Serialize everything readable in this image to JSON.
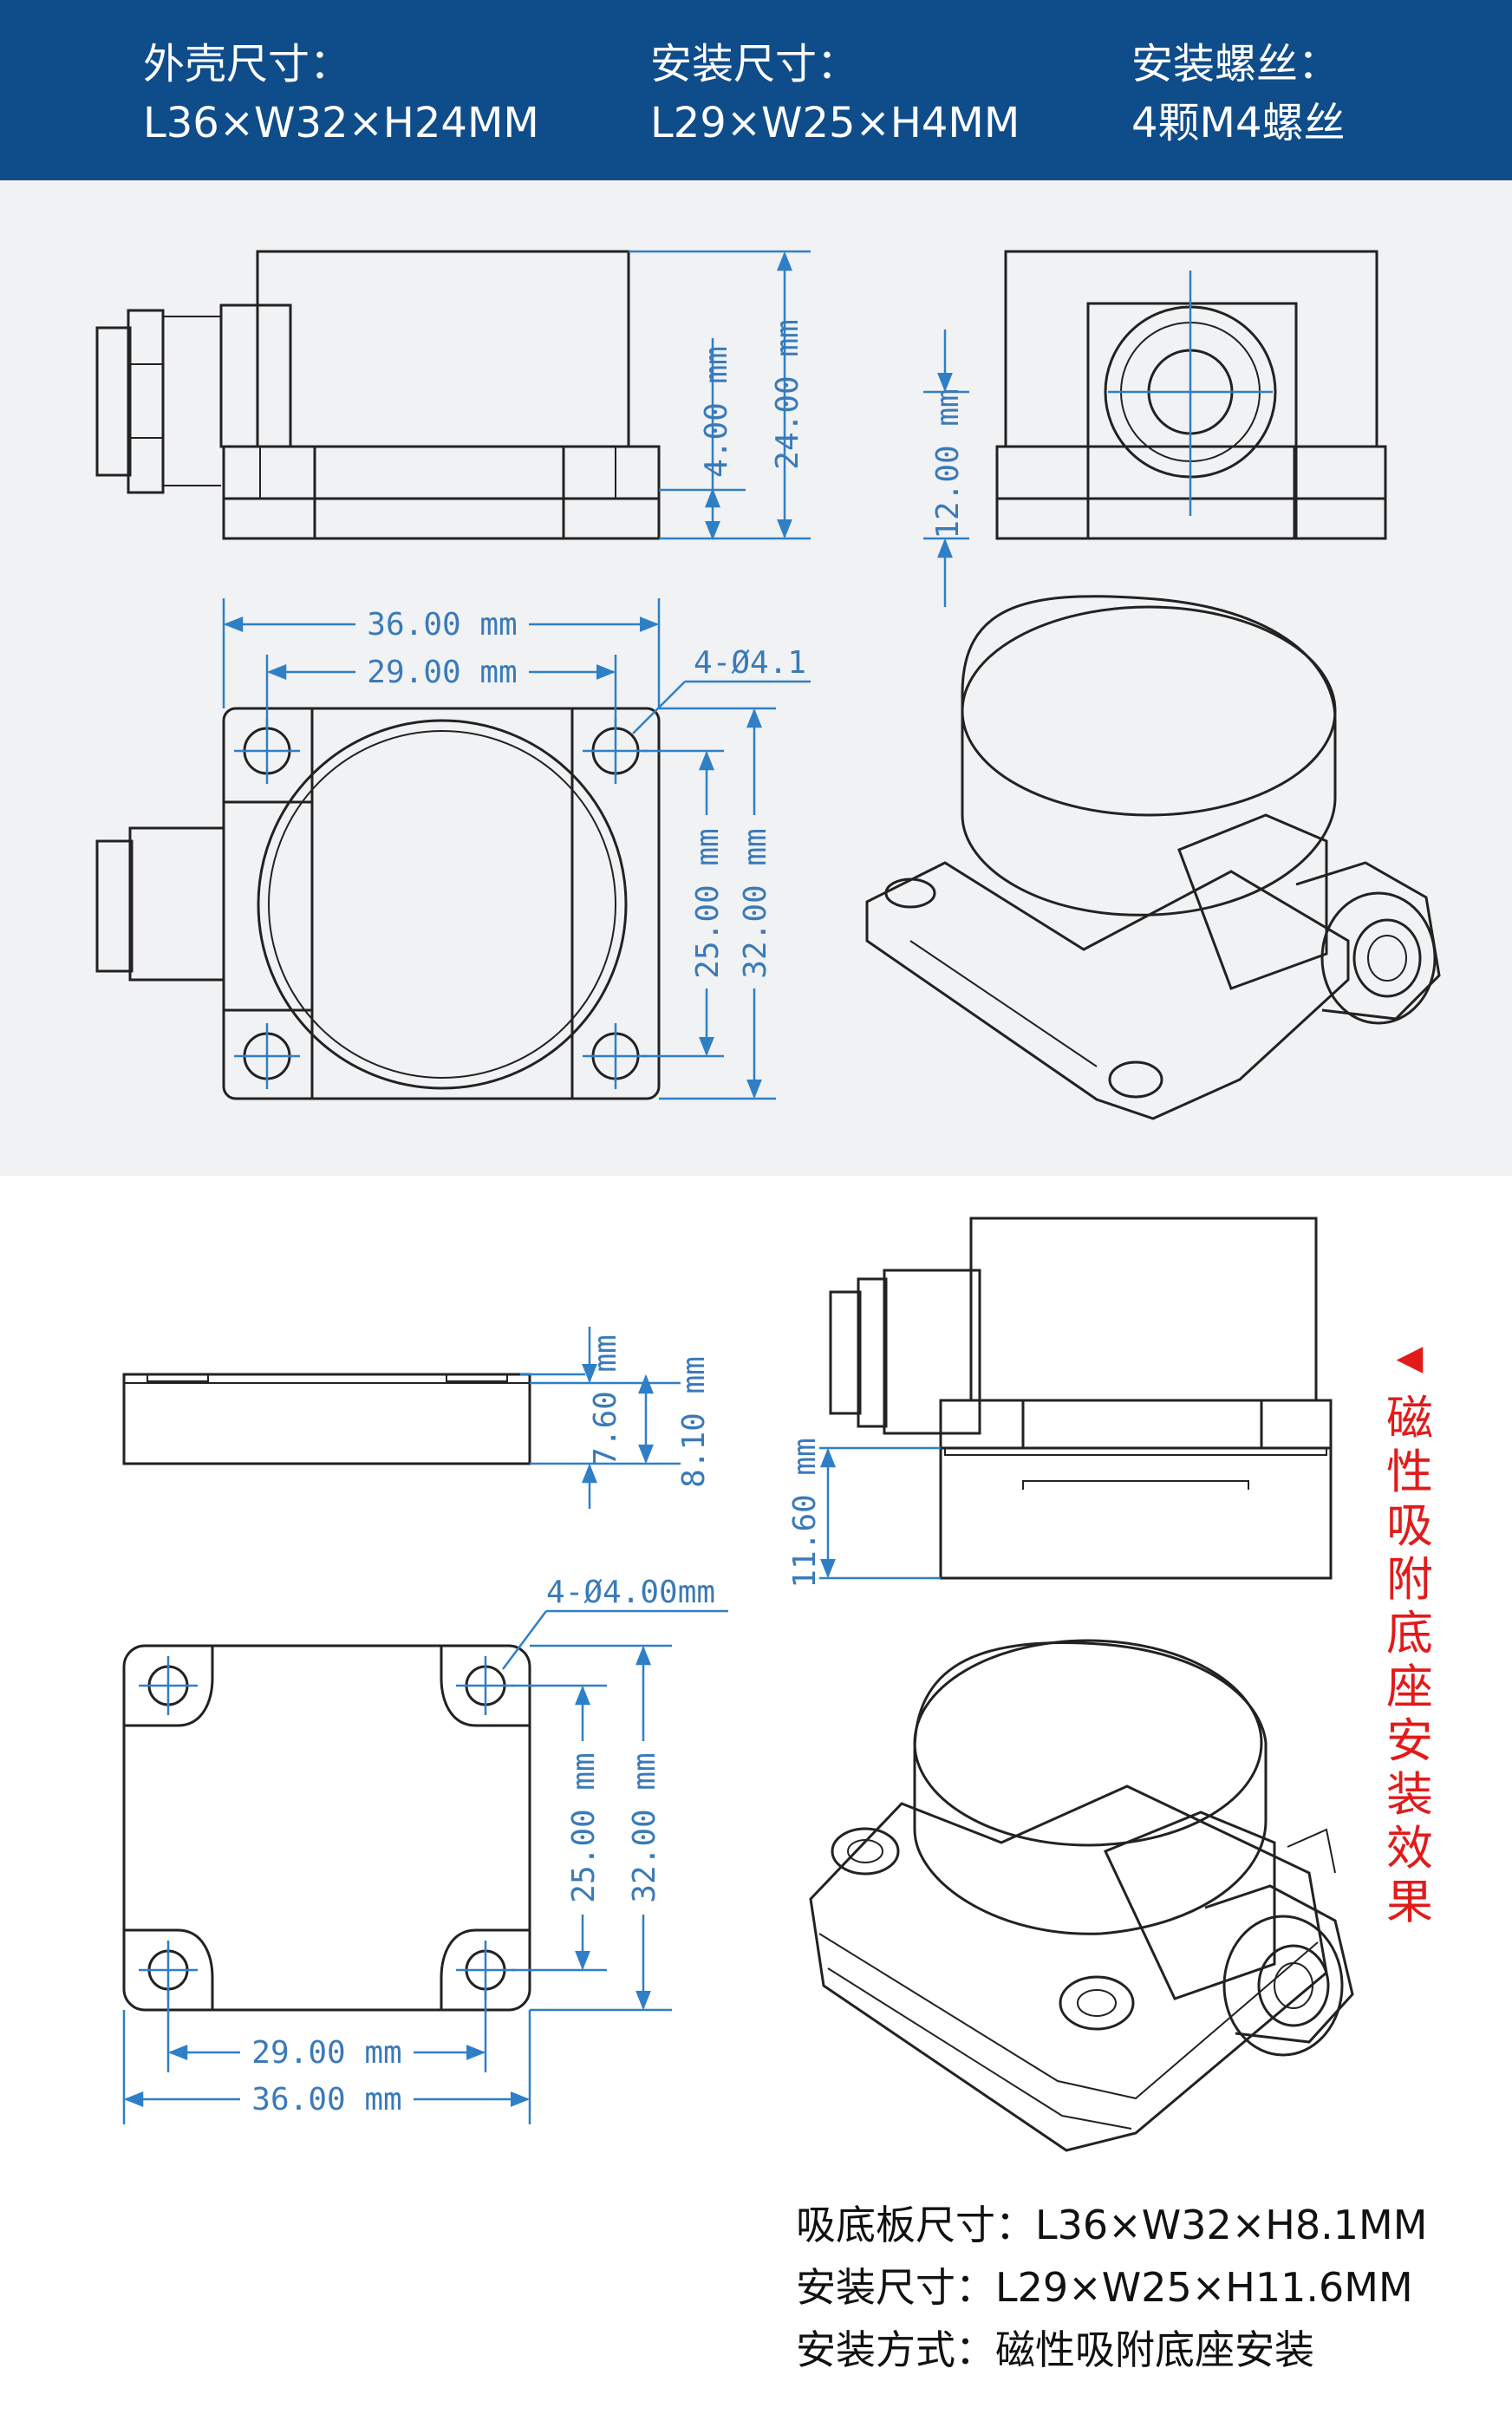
{
  "header": {
    "bg_color": "#0f4c8a",
    "col1": {
      "title": "外壳尺寸：",
      "value": "L36×W32×H24MM"
    },
    "col2": {
      "title": "安装尺寸：",
      "value": "L29×W25×H4MM"
    },
    "col3": {
      "title": "安装螺丝：",
      "value": "4颗M4螺丝"
    }
  },
  "top_drawing": {
    "side_view": {
      "dim_height_total": "24.00 mm",
      "dim_base": "4.00 mm"
    },
    "front_view": {
      "dim_center": "12.00 mm"
    },
    "plan_view": {
      "dim_length": "36.00 mm",
      "dim_hole_spacing_x": "29.00 mm",
      "dim_hole_spacing_y": "25.00 mm",
      "dim_width": "32.00 mm",
      "hole_callout": "4-Ø4.1"
    }
  },
  "bottom_drawing": {
    "plate_side": {
      "dim_a": "7.60 mm",
      "dim_b": "8.10 mm"
    },
    "assembly_side": {
      "dim_height": "11.60 mm"
    },
    "plate_plan": {
      "hole_callout": "4-Ø4.00mm",
      "dim_hole_spacing_y": "25.00 mm",
      "dim_width": "32.00 mm",
      "dim_hole_spacing_x": "29.00 mm",
      "dim_length": "36.00 mm"
    }
  },
  "side_label": {
    "arrow": "◀",
    "chars": [
      "磁",
      "性",
      "吸",
      "附",
      "底",
      "座",
      "安",
      "装",
      "效",
      "果"
    ],
    "color": "#e11b1b"
  },
  "footer": {
    "line1": "吸底板尺寸：L36×W32×H8.1MM",
    "line2": "安装尺寸：L29×W25×H11.6MM",
    "line3": "安装方式：磁性吸附底座安装"
  },
  "colors": {
    "dimension": "#2f7fc6",
    "gray_panel": "#f1f2f4",
    "outline": "#222222"
  }
}
